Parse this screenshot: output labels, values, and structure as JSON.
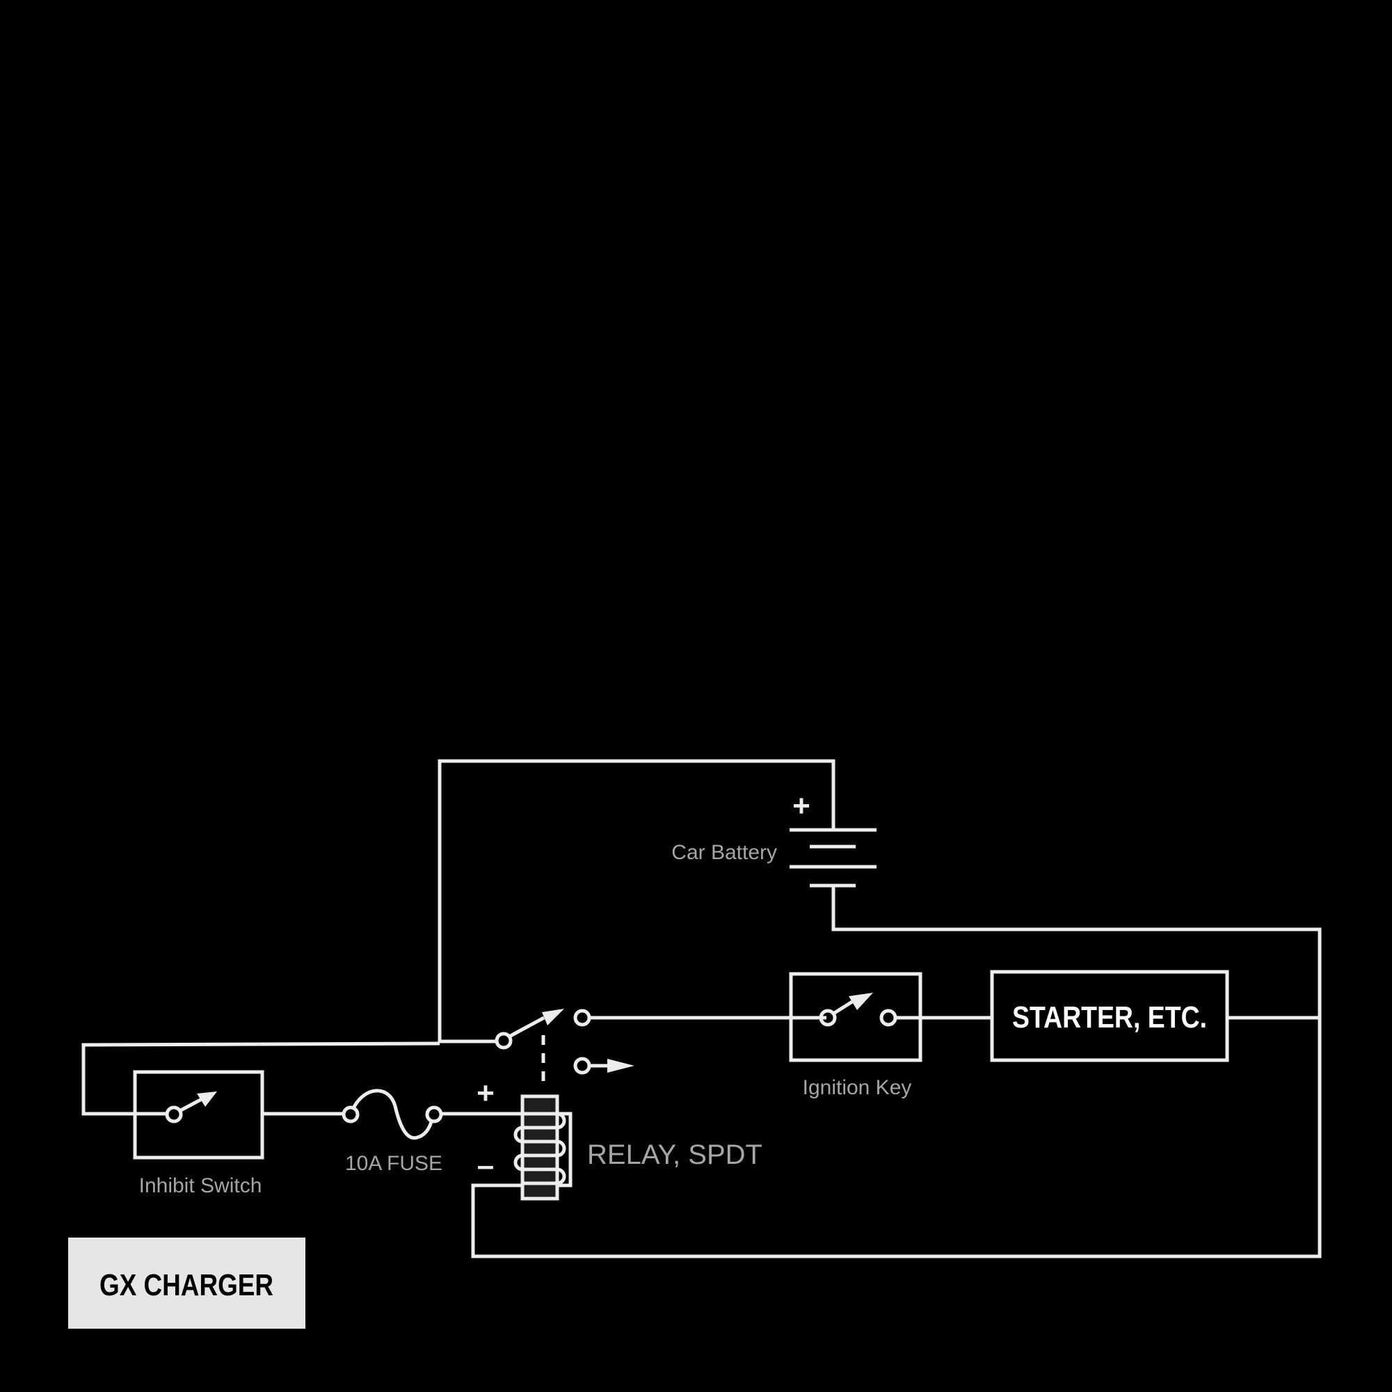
{
  "diagram": {
    "title": "GX Charger inhibit relay wiring",
    "colors": {
      "background": "#000000",
      "wire": "#ededed",
      "label": "#a6a6a6",
      "coil_fill": "#1e1e1e",
      "charger_box": "#e6e6e6"
    },
    "components": {
      "battery": {
        "label": "Car Battery",
        "plus_sign": "+"
      },
      "ignition": {
        "label": "Ignition Key"
      },
      "starter": {
        "label": "STARTER, ETC."
      },
      "inhibit": {
        "label": "Inhibit Switch"
      },
      "fuse": {
        "label": "10A FUSE"
      },
      "relay": {
        "label": "RELAY, SPDT",
        "plus_sign": "+",
        "minus_sign": "–"
      },
      "charger": {
        "label": "GX CHARGER"
      }
    }
  }
}
